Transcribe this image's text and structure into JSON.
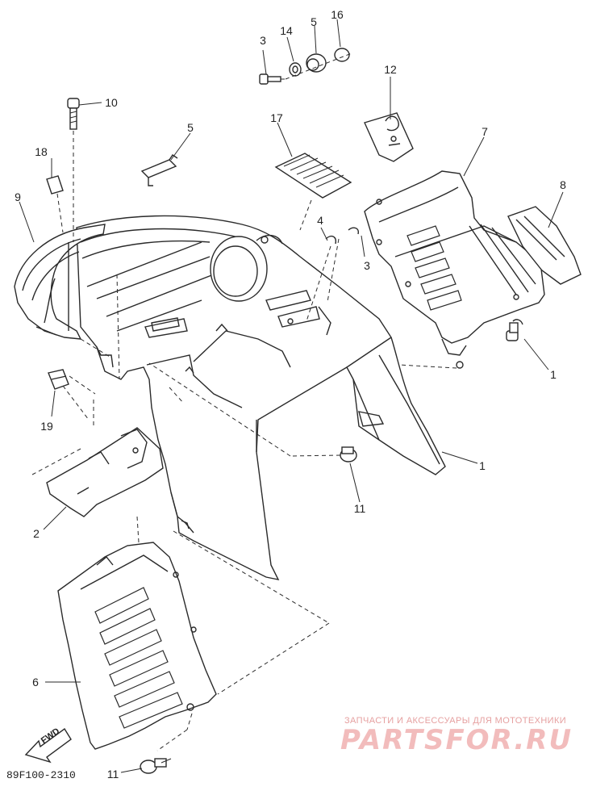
{
  "diagram": {
    "part_code": "89F100-2310",
    "fwd_label": "FWD",
    "watermark": {
      "subtitle": "ЗАПЧАСТИ И АКСЕССУАРЫ ДЛЯ МОТОТЕХНИКИ",
      "brand": "PARTSFOR.RU"
    },
    "callouts": [
      {
        "id": "c3-top",
        "text": "3"
      },
      {
        "id": "c14",
        "text": "14"
      },
      {
        "id": "c5-top",
        "text": "5"
      },
      {
        "id": "c16",
        "text": "16"
      },
      {
        "id": "c12",
        "text": "12"
      },
      {
        "id": "c10",
        "text": "10"
      },
      {
        "id": "c5-mid",
        "text": "5"
      },
      {
        "id": "c17",
        "text": "17"
      },
      {
        "id": "c7",
        "text": "7"
      },
      {
        "id": "c18",
        "text": "18"
      },
      {
        "id": "c8",
        "text": "8"
      },
      {
        "id": "c9",
        "text": "9"
      },
      {
        "id": "c4",
        "text": "4"
      },
      {
        "id": "c3-mid",
        "text": "3"
      },
      {
        "id": "c1-right",
        "text": "1"
      },
      {
        "id": "c19",
        "text": "19"
      },
      {
        "id": "c1-lower",
        "text": "1"
      },
      {
        "id": "c11-mid",
        "text": "11"
      },
      {
        "id": "c2",
        "text": "2"
      },
      {
        "id": "c6",
        "text": "6"
      },
      {
        "id": "c11-bottom",
        "text": "11"
      }
    ]
  }
}
